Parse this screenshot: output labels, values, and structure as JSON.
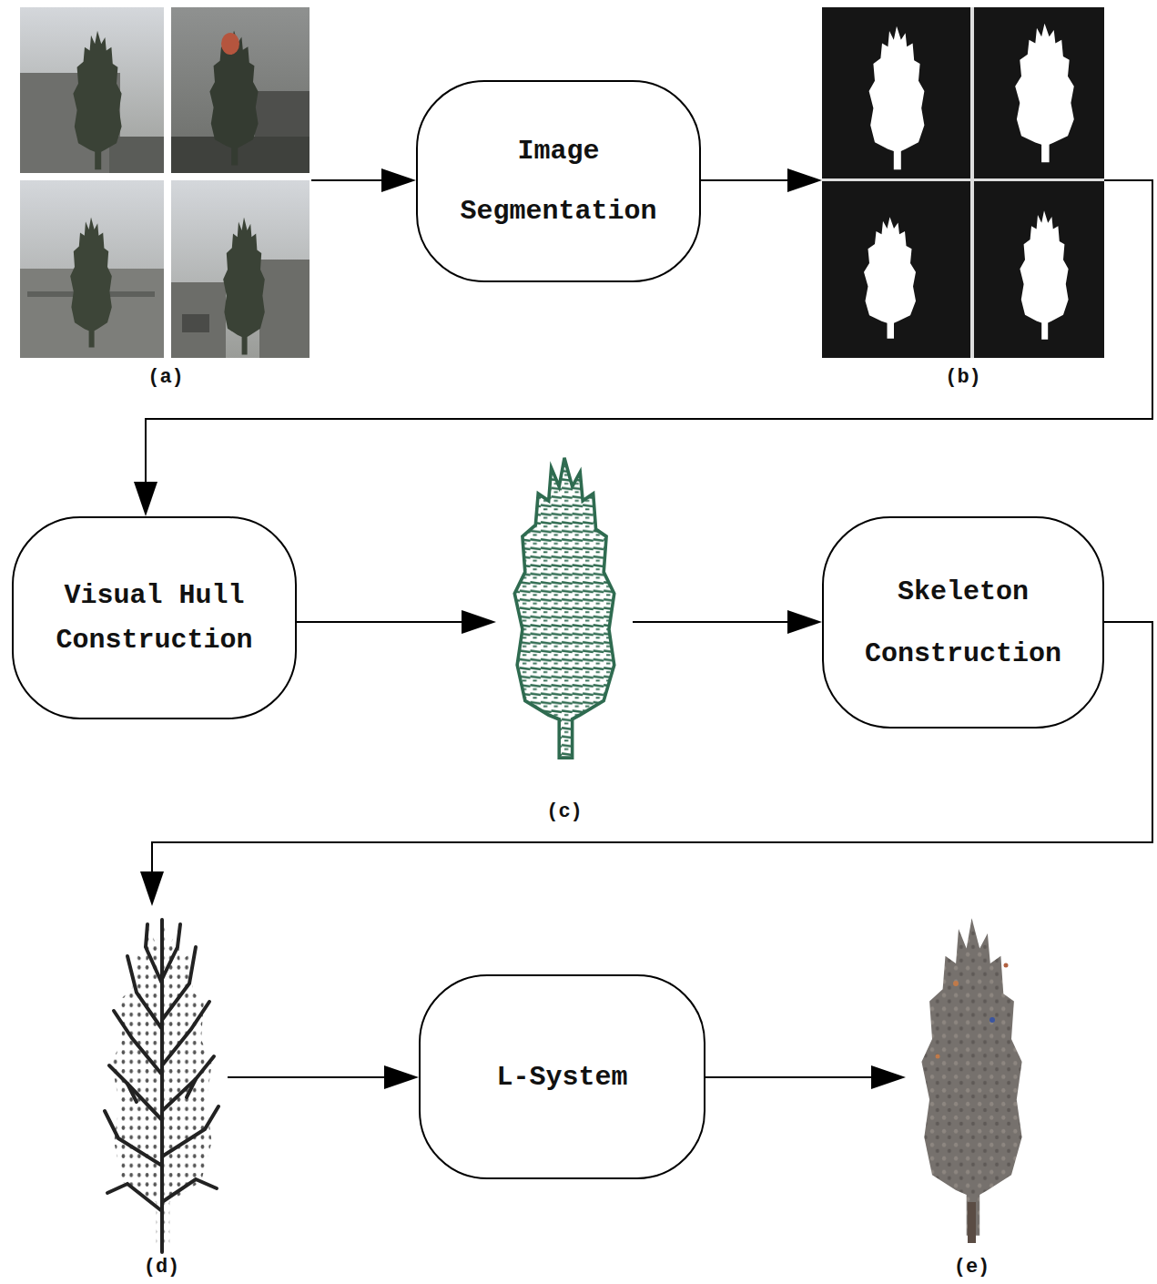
{
  "diagram": {
    "nodes": [
      {
        "text": [
          "(a)"
        ]
      },
      {
        "text": [
          "Image Segmentation"
        ]
      },
      {
        "text": [
          "(b)"
        ]
      },
      {
        "text": [
          "Visual Hull Construction"
        ]
      },
      {
        "text": [
          "(c)"
        ]
      },
      {
        "text": [
          "Skeleton Construction"
        ]
      },
      {
        "text": [
          "(d)"
        ]
      },
      {
        "text": [
          "L-System"
        ]
      },
      {
        "text": [
          "(e)"
        ]
      }
    ],
    "edges": [
      {
        "from": 0,
        "to": 1,
        "arrow": "to"
      },
      {
        "from": 1,
        "to": 2,
        "arrow": "to"
      },
      {
        "from": 2,
        "to": 3,
        "arrow": "to"
      },
      {
        "from": 3,
        "to": 4,
        "arrow": "to"
      },
      {
        "from": 4,
        "to": 5,
        "arrow": "to"
      },
      {
        "from": 5,
        "to": 6,
        "arrow": "to"
      },
      {
        "from": 6,
        "to": 7,
        "arrow": "to"
      },
      {
        "from": 7,
        "to": 8,
        "arrow": "to"
      }
    ]
  }
}
